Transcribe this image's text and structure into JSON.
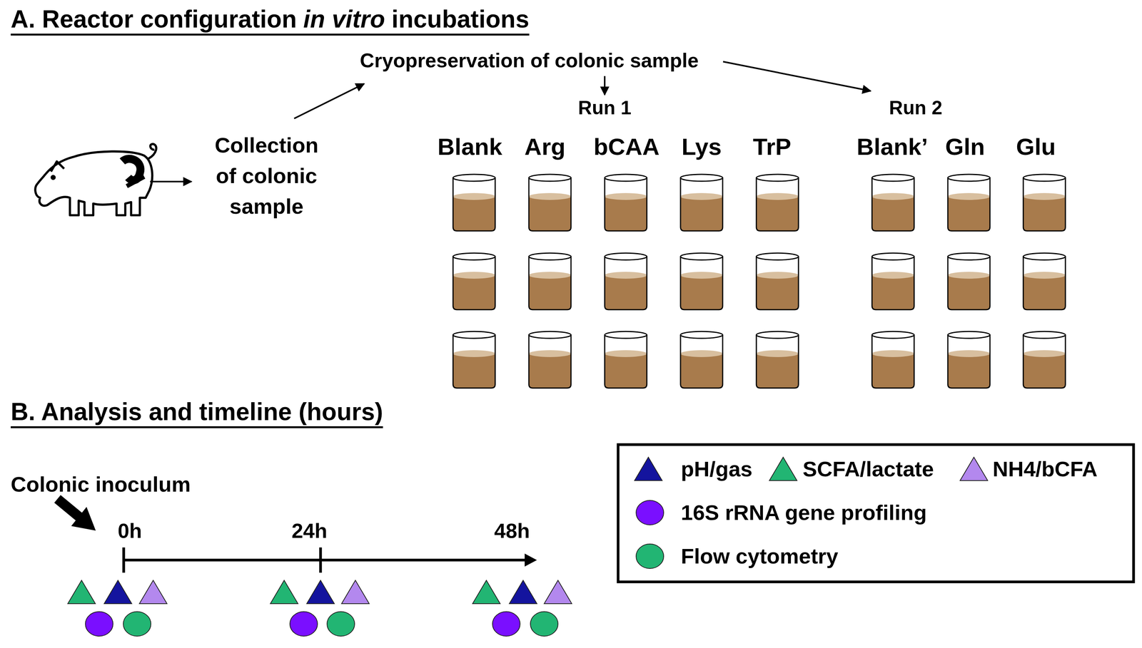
{
  "diagram": {
    "nodes": [
      {
        "text": [
          "Collection of colonic sample"
        ]
      },
      {
        "text": [
          "Cryopreservation of colonic sample"
        ]
      },
      {
        "text": [
          "Run 1"
        ]
      },
      {
        "text": [
          "Run 2"
        ]
      }
    ],
    "edges": [
      {
        "from": 0,
        "to": 1,
        "arrow": "to"
      },
      {
        "from": 1,
        "to": 2,
        "arrow": "to"
      },
      {
        "from": 1,
        "to": 3,
        "arrow": "to"
      }
    ],
    "labels": [
      "A. Reactor configuration",
      "in vitro",
      "incubations",
      "Blank",
      "Arg",
      "bCAA",
      "Lys",
      "TrP",
      "Blank’",
      "Gln",
      "Glu",
      "B. Analysis and timeline (hours)",
      "Colonic inoculum",
      "0h",
      "24h",
      "48h"
    ],
    "legend": [
      {
        "text": "pH/gas",
        "color": "#14149e"
      },
      {
        "text": "SCFA/lactate",
        "color": "#22b573"
      },
      {
        "text": "NH4/bCFA",
        "color": "#b388ee"
      },
      {
        "text": "16S rRNA gene profiling",
        "color": "#7a0fff"
      },
      {
        "text": "Flow cytometry",
        "color": "#22b573"
      }
    ]
  }
}
